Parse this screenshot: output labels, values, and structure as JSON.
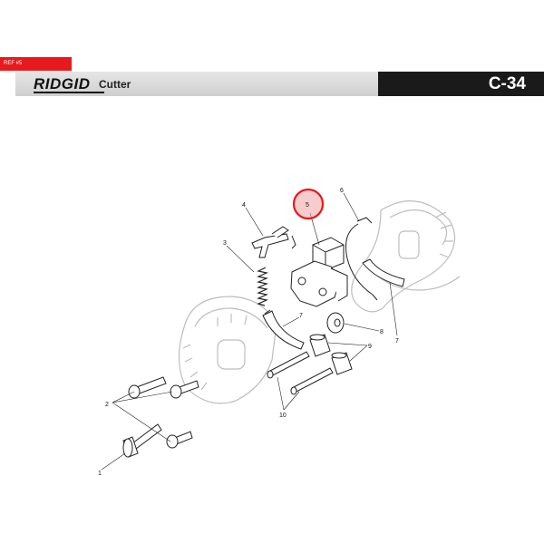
{
  "ref_tag": "REF #5",
  "header": {
    "brand": "RIDGID",
    "title": "Cutter",
    "code": "C-34"
  },
  "callouts": {
    "c1": "1",
    "c2": "2",
    "c3": "3",
    "c4": "4",
    "c5": "5",
    "c6": "6",
    "c7a": "7",
    "c7b": "7",
    "c8": "8",
    "c9": "9",
    "c10": "10"
  },
  "colors": {
    "highlight": "#e8191c",
    "header_gray": "#d9d9d9",
    "header_black": "#1a1a1a"
  }
}
